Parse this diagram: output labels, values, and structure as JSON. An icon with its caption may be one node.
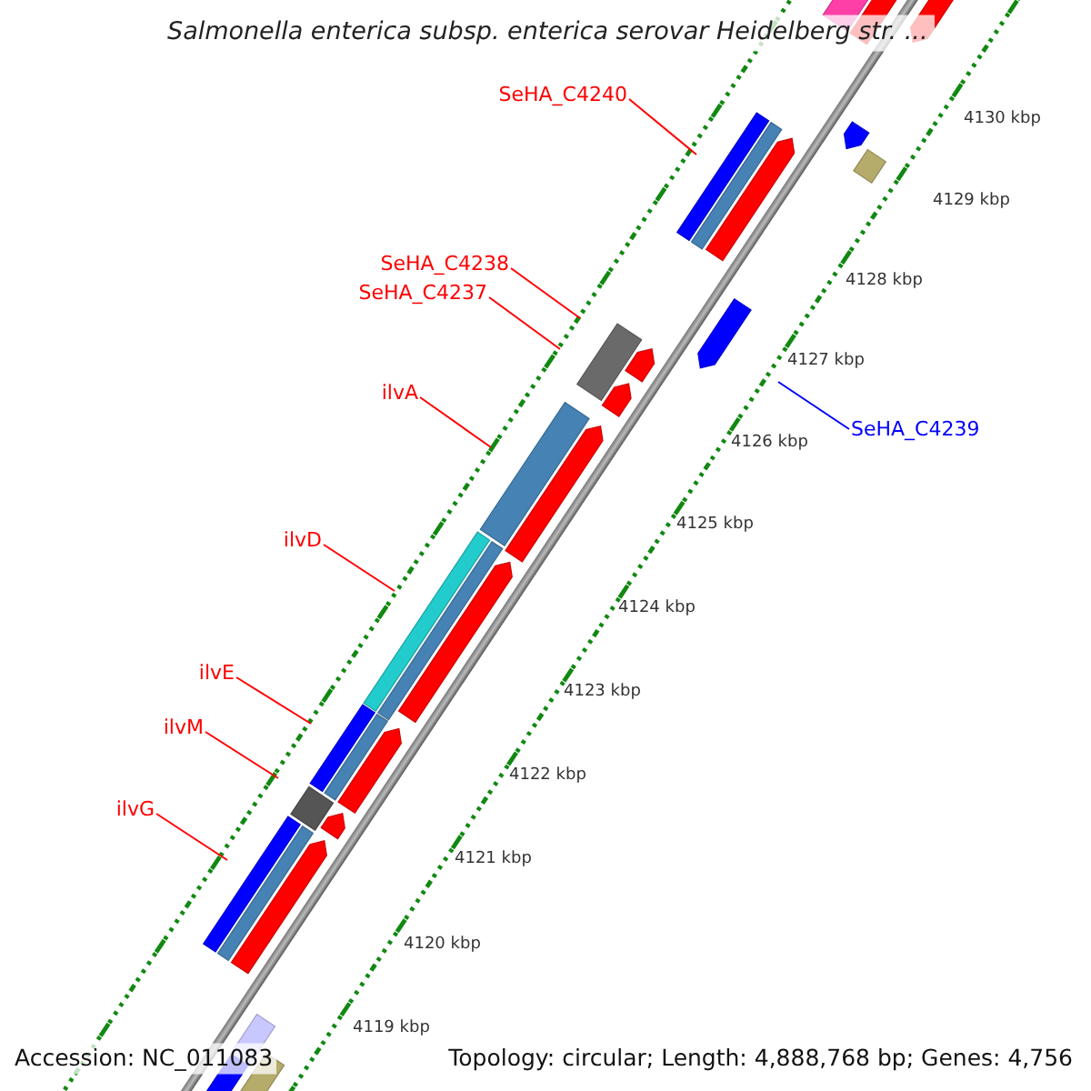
{
  "diagram": {
    "title": "Salmonella enterica subsp. enterica serovar Heidelberg str. ...",
    "nodes": [
      {
        "text": [
          "SeHA_C4240"
        ]
      },
      {
        "text": [
          "SeHA_C4238"
        ]
      },
      {
        "text": [
          "SeHA_C4237"
        ]
      },
      {
        "text": [
          "ilvA"
        ]
      },
      {
        "text": [
          "ilvD"
        ]
      },
      {
        "text": [
          "ilvE"
        ]
      },
      {
        "text": [
          "ilvM"
        ]
      },
      {
        "text": [
          "ilvG"
        ]
      },
      {
        "text": [
          "SeHA_C4239"
        ]
      }
    ],
    "edges": [
      {
        "from": 0,
        "to": null,
        "arrow": "none"
      },
      {
        "from": 1,
        "to": null,
        "arrow": "none"
      },
      {
        "from": 2,
        "to": null,
        "arrow": "none"
      },
      {
        "from": 3,
        "to": null,
        "arrow": "none"
      },
      {
        "from": 4,
        "to": null,
        "arrow": "none"
      },
      {
        "from": 5,
        "to": null,
        "arrow": "none"
      },
      {
        "from": 6,
        "to": null,
        "arrow": "none"
      },
      {
        "from": 7,
        "to": null,
        "arrow": "none"
      },
      {
        "from": 8,
        "to": null,
        "arrow": "none",
        "color": "#0000ff"
      }
    ],
    "labels": [
      "4130 kbp",
      "4129 kbp",
      "4128 kbp",
      "4127 kbp",
      "4126 kbp",
      "4125 kbp",
      "4124 kbp",
      "4123 kbp",
      "4122 kbp",
      "4121 kbp",
      "4120 kbp",
      "4119 kbp",
      "Accession: NC_011083",
      "Topology: circular; Length: 4,888,768 bp; Genes: 4,756"
    ]
  }
}
